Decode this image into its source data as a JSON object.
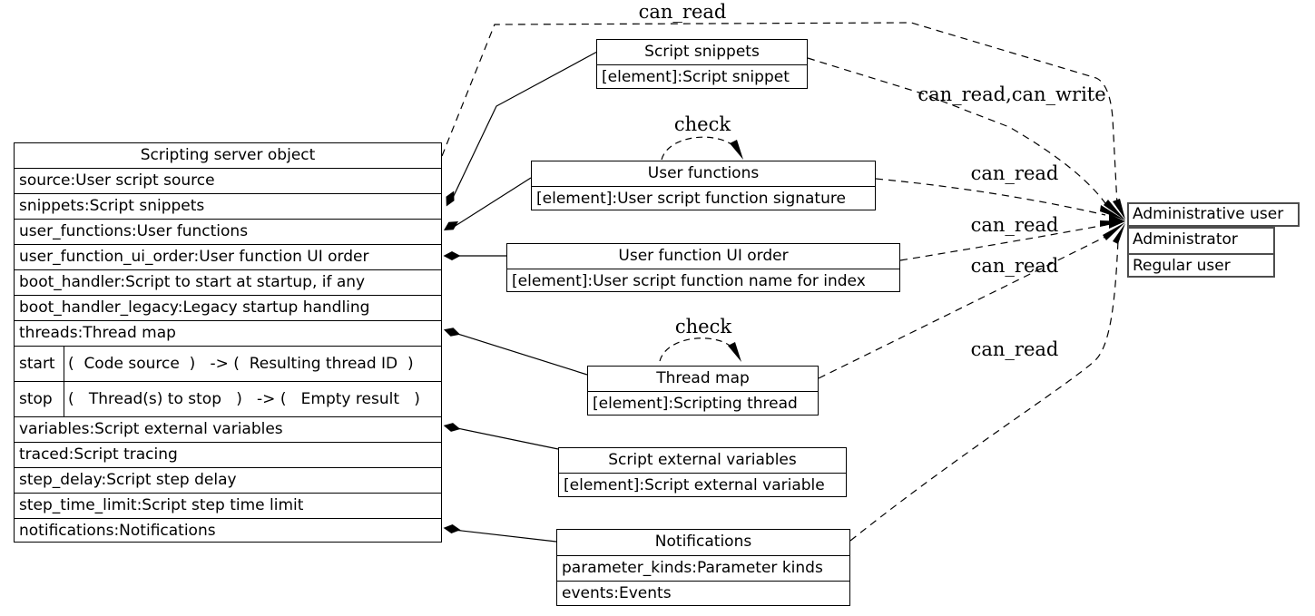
{
  "nodes": {
    "server": {
      "title": "Scripting server object",
      "attrs": [
        "source:User script source",
        "snippets:Script snippets",
        "user_functions:User functions",
        "user_function_ui_order:User function UI order",
        "boot_handler:Script to start at startup, if any",
        "boot_handler_legacy:Legacy startup handling",
        "threads:Thread map"
      ],
      "methods": [
        {
          "name": "start",
          "signature": "(  Code source  )   -> (  Resulting thread ID  )"
        },
        {
          "name": "stop",
          "signature": "(   Thread(s) to stop   )   -> (   Empty result   )"
        }
      ],
      "attrs2": [
        "variables:Script external variables",
        "traced:Script tracing",
        "step_delay:Script step delay",
        "step_time_limit:Script step time limit",
        "notifications:Notifications"
      ]
    },
    "script_snippets": {
      "title": "Script snippets",
      "attrs": [
        "[element]:Script snippet"
      ]
    },
    "user_functions": {
      "title": "User functions",
      "attrs": [
        "[element]:User script function signature"
      ]
    },
    "user_function_ui_order": {
      "title": "User function UI order",
      "attrs": [
        "[element]:User script function name for index"
      ]
    },
    "thread_map": {
      "title": "Thread map",
      "attrs": [
        "[element]:Scripting thread"
      ]
    },
    "script_external_variables": {
      "title": "Script external variables",
      "attrs": [
        "[element]:Script external variable"
      ]
    },
    "notifications": {
      "title": "Notifications",
      "attrs": [
        "parameter_kinds:Parameter kinds",
        "events:Events"
      ]
    },
    "administrative_user": {
      "title": "Administrative user",
      "attrs": [
        "Administrator",
        "Regular user"
      ]
    }
  },
  "edge_labels": {
    "server_to_admin": "can_read",
    "snippets_to_admin": "can_read,can_write",
    "user_functions_to_admin": "can_read",
    "user_function_ui_order_to_admin": "can_read",
    "thread_map_to_admin": "can_read",
    "notifications_to_admin": "can_read",
    "user_functions_self": "check",
    "thread_map_self": "check"
  },
  "colors": {
    "line": "#000000",
    "admin_border": "#4d4d4d",
    "background": "#ffffff"
  }
}
